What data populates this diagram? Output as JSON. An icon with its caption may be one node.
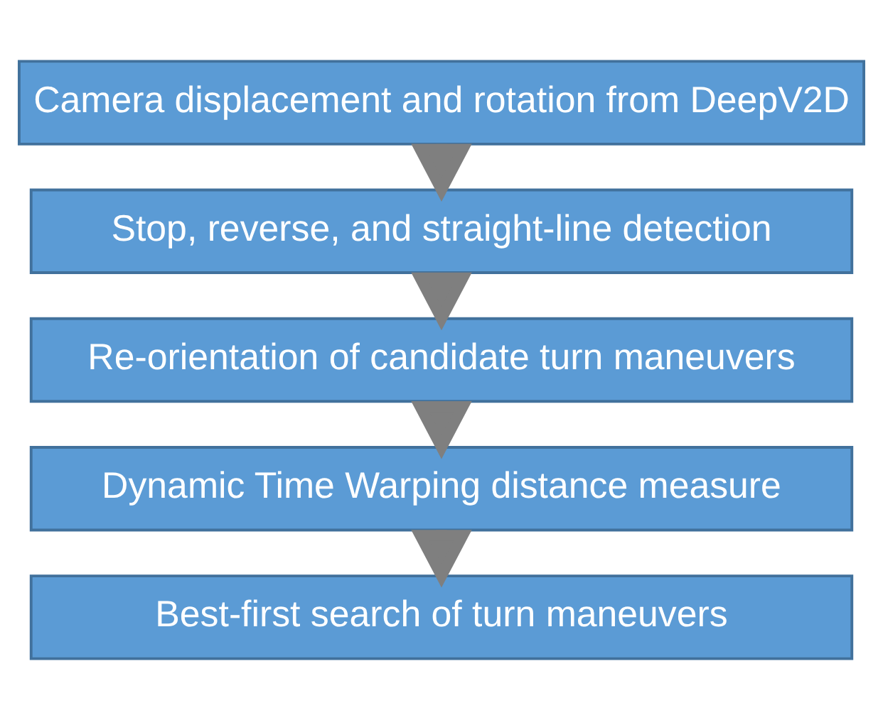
{
  "diagram": {
    "nodes": [
      {
        "text": [
          "Camera displacement and rotation from DeepV2D"
        ]
      },
      {
        "text": [
          "Stop, reverse, and straight-line detection"
        ]
      },
      {
        "text": [
          "Re-orientation of candidate turn maneuvers"
        ]
      },
      {
        "text": [
          "Dynamic Time Warping distance measure"
        ]
      },
      {
        "text": [
          "Best-first search of turn maneuvers"
        ]
      }
    ],
    "edges": [
      {
        "from": 0,
        "to": 1,
        "arrow": "to"
      },
      {
        "from": 1,
        "to": 2,
        "arrow": "to"
      },
      {
        "from": 2,
        "to": 3,
        "arrow": "to"
      },
      {
        "from": 3,
        "to": 4,
        "arrow": "to"
      }
    ]
  }
}
